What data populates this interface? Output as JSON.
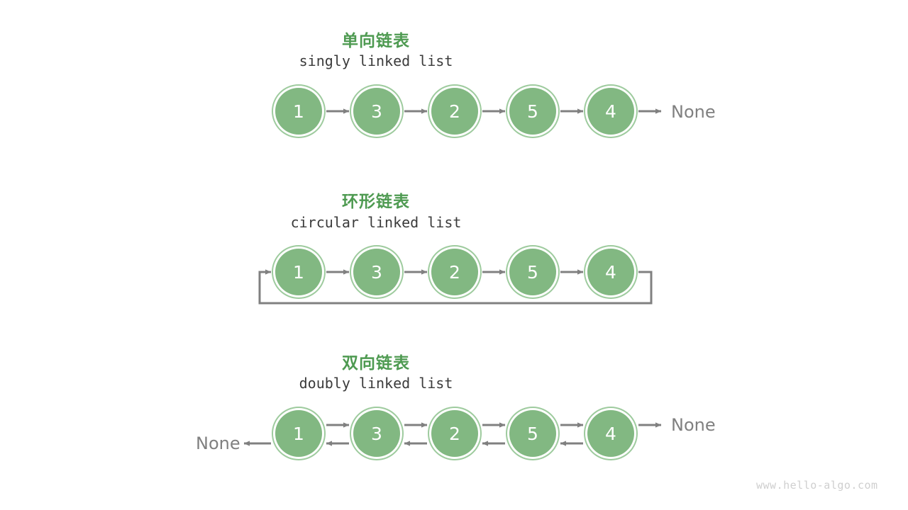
{
  "page": {
    "background": "#ffffff",
    "watermark": "www.hello-algo.com"
  },
  "colors": {
    "node_fill": "#82b882",
    "node_ring": "#9ecb9e",
    "node_text": "#ffffff",
    "title_green": "#4e9a51",
    "subtitle_gray": "#3b3b3b",
    "arrow_gray": "#808080",
    "none_gray": "#808080",
    "watermark_gray": "#cfcfcf"
  },
  "sections": [
    {
      "id": "singly",
      "title_cn": "单向链表",
      "title_en": "singly linked list",
      "nodes": [
        "1",
        "3",
        "2",
        "5",
        "4"
      ],
      "tail_label": "None",
      "head_label": null,
      "direction": "forward"
    },
    {
      "id": "circular",
      "title_cn": "环形链表",
      "title_en": "circular linked list",
      "nodes": [
        "1",
        "3",
        "2",
        "5",
        "4"
      ],
      "tail_label": null,
      "head_label": null,
      "direction": "forward-loop"
    },
    {
      "id": "doubly",
      "title_cn": "双向链表",
      "title_en": "doubly linked list",
      "nodes": [
        "1",
        "3",
        "2",
        "5",
        "4"
      ],
      "tail_label": "None",
      "head_label": "None",
      "direction": "bidirectional"
    }
  ]
}
